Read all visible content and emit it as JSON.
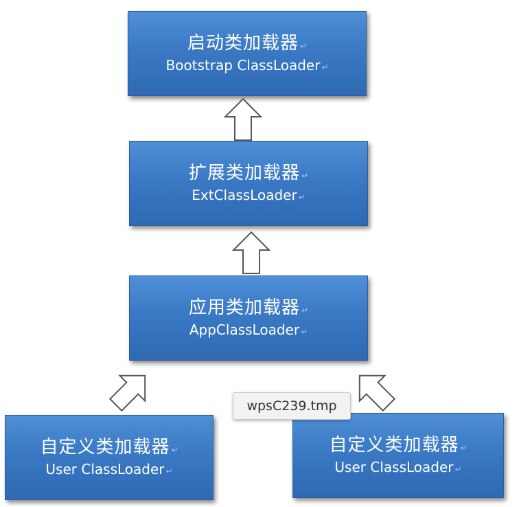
{
  "boxes": {
    "bootstrap": {
      "cn": "启动类加载器",
      "en": "Bootstrap ClassLoader"
    },
    "ext": {
      "cn": "扩展类加载器",
      "en": "ExtClassLoader"
    },
    "app": {
      "cn": "应用类加载器",
      "en": "AppClassLoader"
    },
    "user_left": {
      "cn": "自定义类加载器",
      "en": "User ClassLoader"
    },
    "user_right": {
      "cn": "自定义类加载器",
      "en": "User ClassLoader"
    }
  },
  "paragraph_mark": "↵",
  "tooltip": {
    "text": "wpsC239.tmp"
  },
  "colors": {
    "box_fill": "#3a79c4",
    "box_border": "#2a5d9e",
    "text": "#ffffff",
    "arrow_stroke": "#555555"
  }
}
